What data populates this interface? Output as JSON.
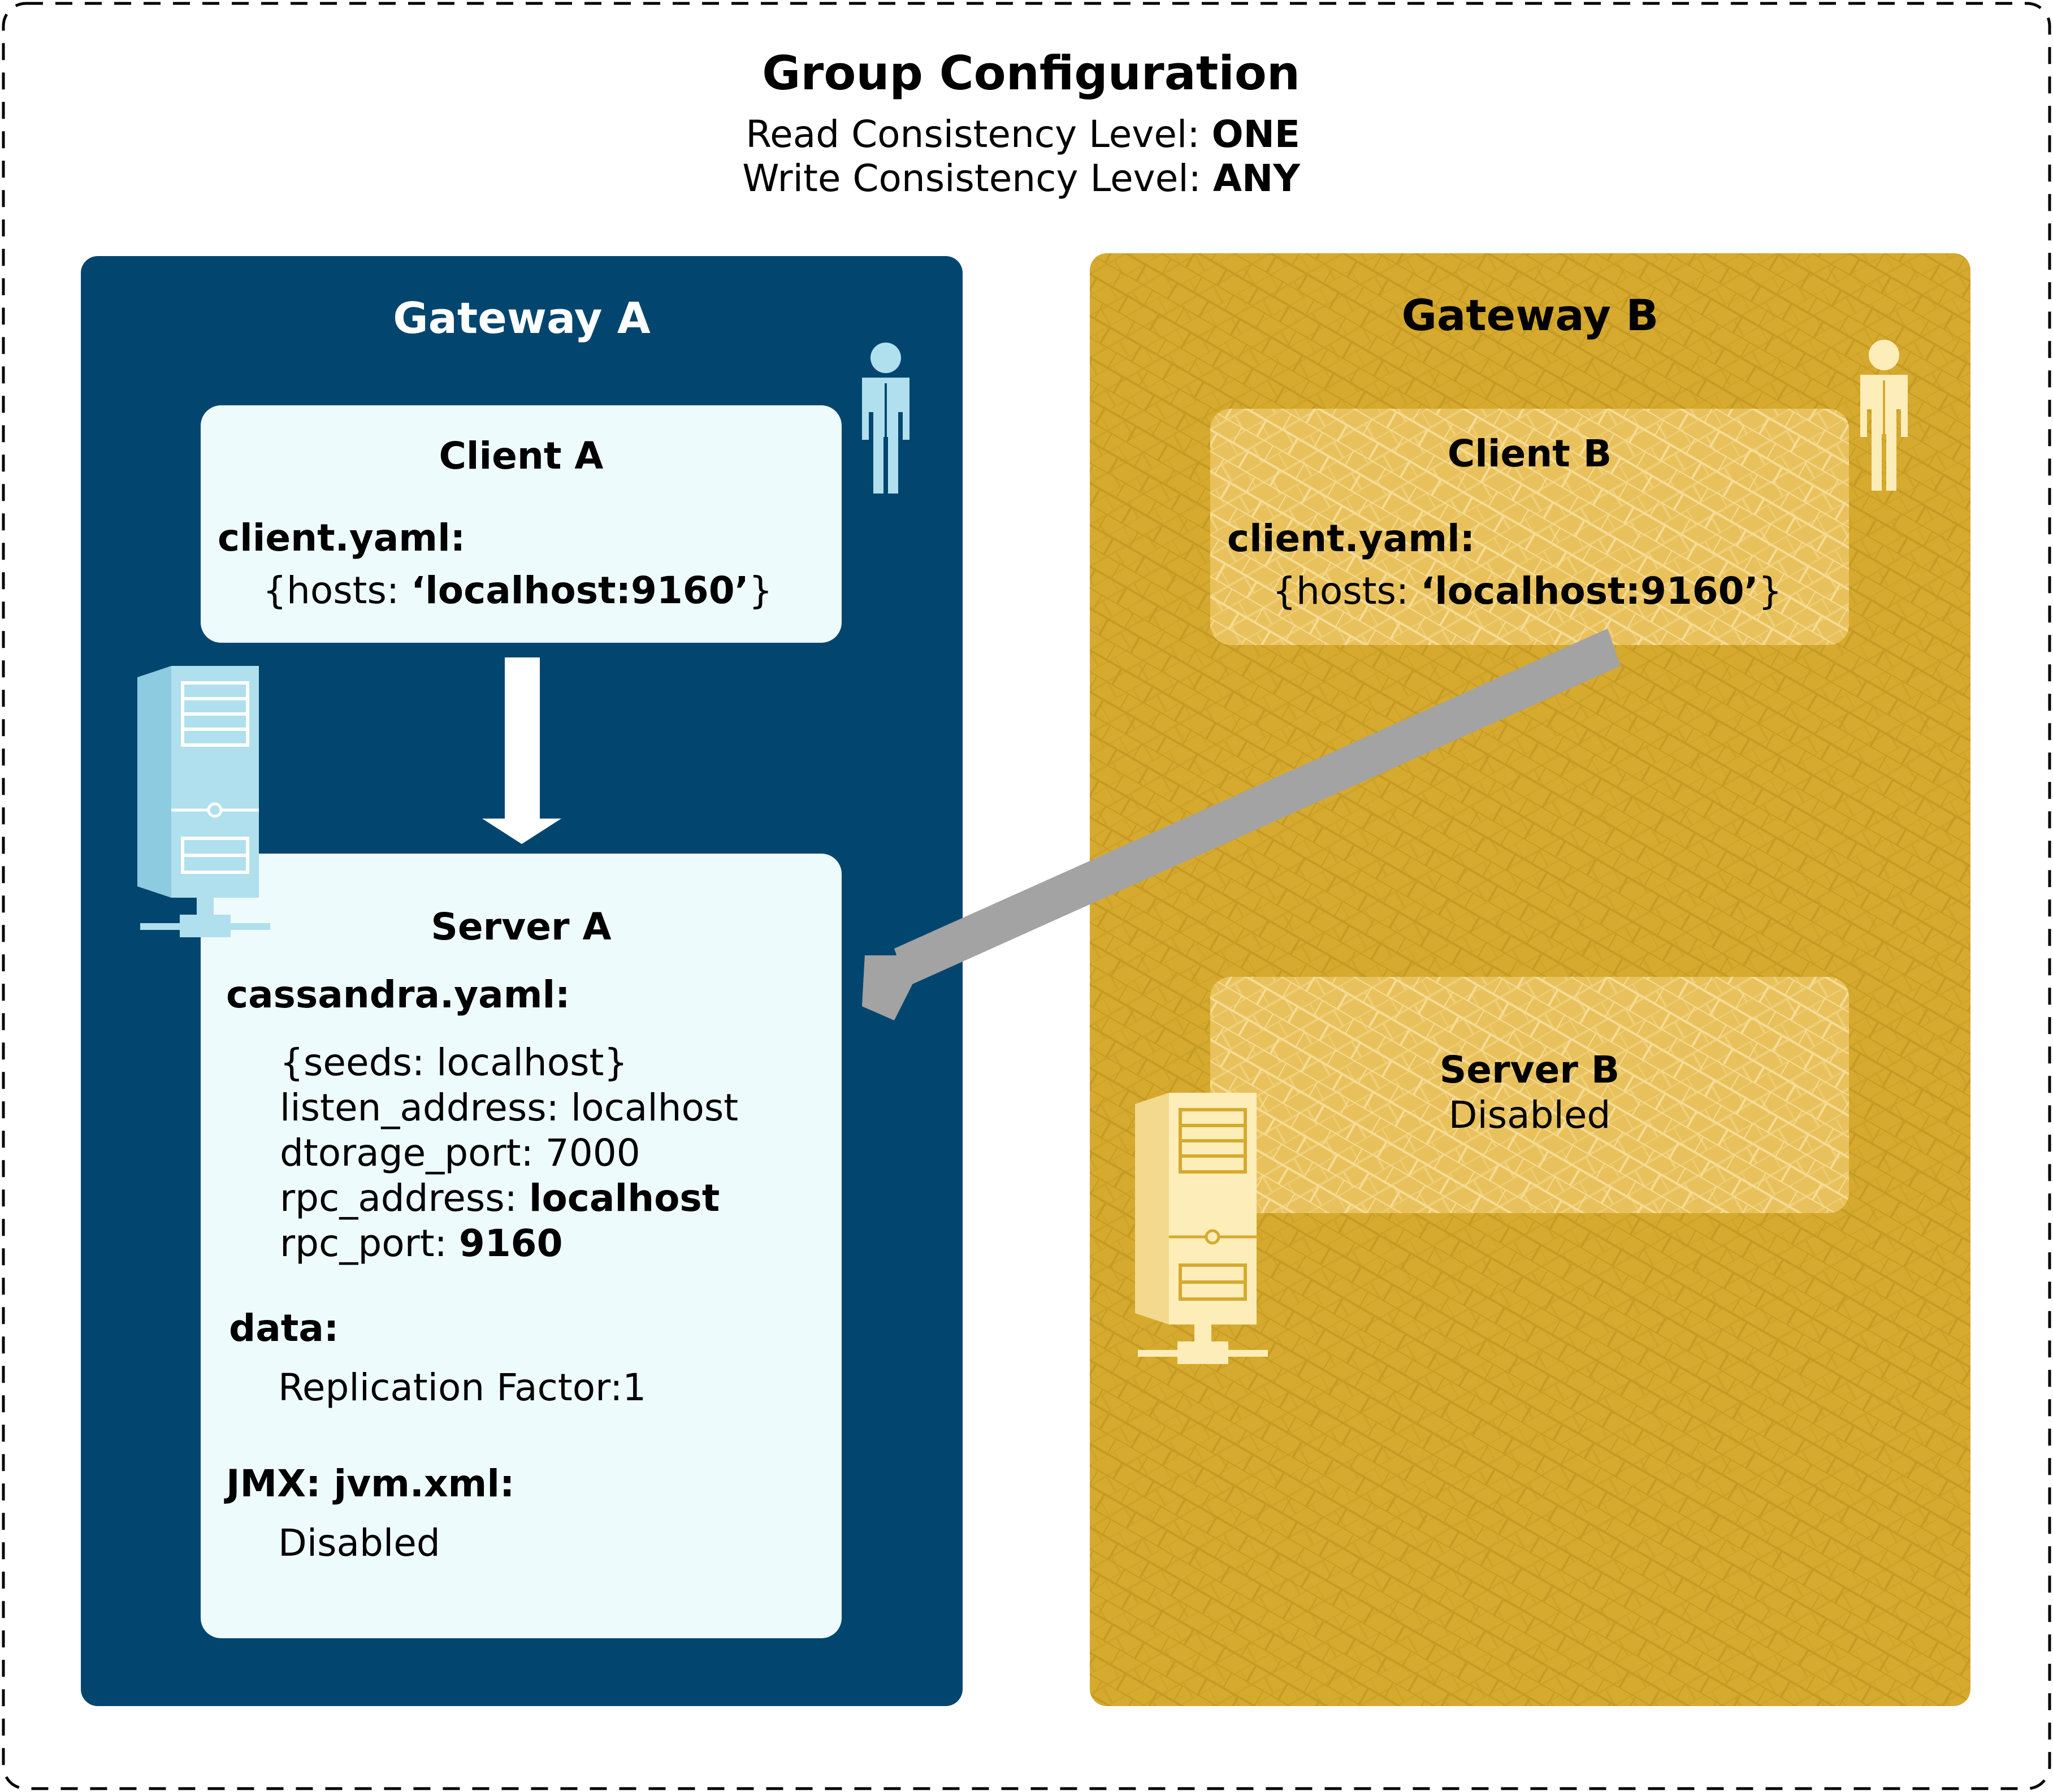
{
  "header": {
    "title": "Group Configuration",
    "read_label": "Read Consistency Level: ",
    "read_value": "ONE",
    "write_label": "Write Consistency Level: ",
    "write_value": "ANY"
  },
  "gateway_a": {
    "title": "Gateway A",
    "client": {
      "title": "Client A",
      "file_label": "client.yaml:",
      "hosts_prefix": "{hosts: ",
      "hosts_value": "‘localhost:9160’",
      "hosts_suffix": "}"
    },
    "server": {
      "title": "Server A",
      "file_label": "cassandra.yaml:",
      "seeds": "{seeds: localhost}",
      "listen_address": "listen_address: localhost",
      "storage_port": "dtorage_port: 7000",
      "rpc_address_label": "rpc_address: ",
      "rpc_address_value": "localhost",
      "rpc_port_label": "rpc_port: ",
      "rpc_port_value": "9160",
      "data_label": "data:",
      "replication": "Replication Factor:1",
      "jmx_label": "JMX: jvm.xml:",
      "jmx_value": "Disabled"
    }
  },
  "gateway_b": {
    "title": "Gateway B",
    "client": {
      "title": "Client B",
      "file_label": "client.yaml:",
      "hosts_prefix": "{hosts: ",
      "hosts_value": "‘localhost:9160’",
      "hosts_suffix": "}"
    },
    "server": {
      "title": "Server B",
      "status": "Disabled"
    }
  },
  "colors": {
    "gateway_a_bg": "#02466f",
    "gateway_b_bg": "#d6aa2f",
    "box_a_bg": "#eefbfd",
    "box_b_bg": "#e9c15c",
    "arrow_gray": "#a3a3a3",
    "icon_blue": "#b0dfee",
    "icon_cream": "#fdedb9"
  },
  "icons": [
    "person-icon",
    "server-tower-icon",
    "down-arrow",
    "cross-gateway-arrow"
  ]
}
